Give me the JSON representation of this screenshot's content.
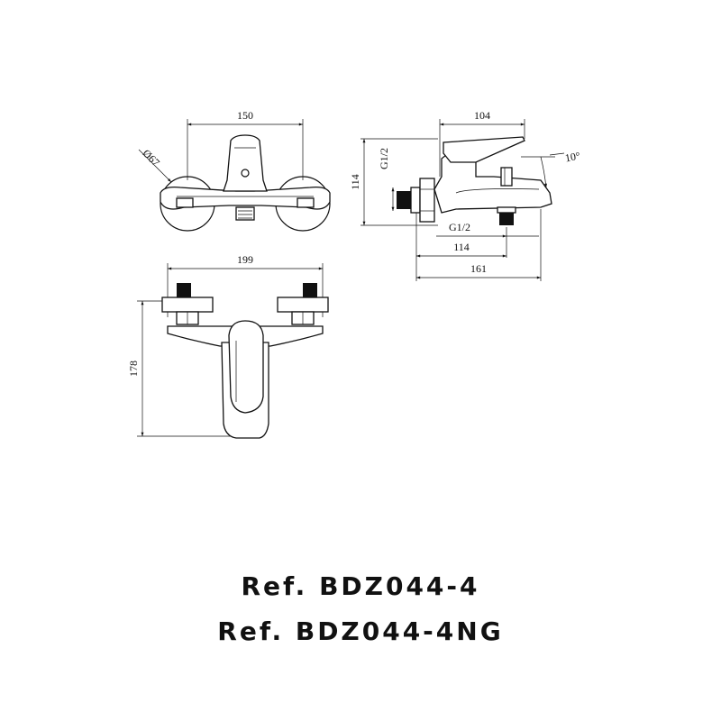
{
  "dimensions": {
    "top_width": "150",
    "rosette_diameter": "Ø67",
    "side_depth": "104",
    "side_height": "114",
    "side_thread_left": "G1/2",
    "side_thread_bottom": "G1/2",
    "side_spout_depth": "114",
    "side_total_depth": "161",
    "side_angle": "10°",
    "front_width": "199",
    "front_height": "178"
  },
  "references": [
    "Ref. BDZ044-4",
    "Ref. BDZ044-4NG"
  ]
}
